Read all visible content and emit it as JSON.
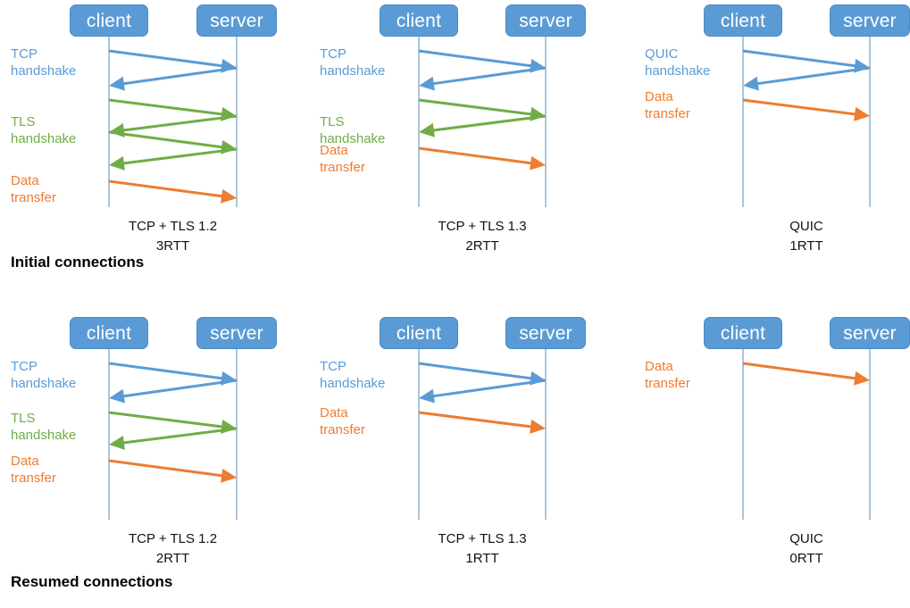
{
  "figure": {
    "title": "QUIC vs TCP+TLS handshake round trips",
    "colors": {
      "blue": "#5b9bd5",
      "green": "#70ad47",
      "orange": "#ed7d31",
      "node_fill": "#5b9bd5",
      "node_text": "#ffffff",
      "lifeline": "#7fa8c9",
      "caption_text": "#111111"
    },
    "node_labels": {
      "client": "client",
      "server": "server"
    }
  },
  "sections": [
    {
      "id": "initial",
      "title": "Initial connections",
      "panels": [
        {
          "id": "initial-tcp-tls12",
          "caption": "TCP + TLS 1.2\n3RTT",
          "protocol": "TCP + TLS 1.2",
          "rtt": "3RTT",
          "client": "client",
          "server": "server",
          "lane_labels": [
            {
              "text": "TCP\nhandshake",
              "color": "blue"
            },
            {
              "text": "TLS\nhandshake",
              "color": "green"
            },
            {
              "text": "Data\ntransfer",
              "color": "orange"
            }
          ],
          "messages": [
            {
              "color": "blue",
              "dir": "c2s"
            },
            {
              "color": "blue",
              "dir": "s2c"
            },
            {
              "color": "green",
              "dir": "c2s"
            },
            {
              "color": "green",
              "dir": "s2c"
            },
            {
              "color": "green",
              "dir": "c2s"
            },
            {
              "color": "green",
              "dir": "s2c"
            },
            {
              "color": "orange",
              "dir": "c2s"
            }
          ]
        },
        {
          "id": "initial-tcp-tls13",
          "caption": "TCP + TLS 1.3\n2RTT",
          "protocol": "TCP + TLS 1.3",
          "rtt": "2RTT",
          "client": "client",
          "server": "server",
          "lane_labels": [
            {
              "text": "TCP\nhandshake",
              "color": "blue"
            },
            {
              "text": "TLS\nhandshake",
              "color": "green"
            },
            {
              "text": "Data\ntransfer",
              "color": "orange"
            }
          ],
          "messages": [
            {
              "color": "blue",
              "dir": "c2s"
            },
            {
              "color": "blue",
              "dir": "s2c"
            },
            {
              "color": "green",
              "dir": "c2s"
            },
            {
              "color": "green",
              "dir": "s2c"
            },
            {
              "color": "orange",
              "dir": "c2s"
            }
          ]
        },
        {
          "id": "initial-quic",
          "caption": "QUIC\n1RTT",
          "protocol": "QUIC",
          "rtt": "1RTT",
          "client": "client",
          "server": "server",
          "lane_labels": [
            {
              "text": "QUIC\nhandshake",
              "color": "blue"
            },
            {
              "text": "Data\ntransfer",
              "color": "orange"
            }
          ],
          "messages": [
            {
              "color": "blue",
              "dir": "c2s"
            },
            {
              "color": "blue",
              "dir": "s2c"
            },
            {
              "color": "orange",
              "dir": "c2s"
            }
          ]
        }
      ]
    },
    {
      "id": "resumed",
      "title": "Resumed connections",
      "panels": [
        {
          "id": "resumed-tcp-tls12",
          "caption": "TCP + TLS 1.2\n2RTT",
          "protocol": "TCP + TLS 1.2",
          "rtt": "2RTT",
          "client": "client",
          "server": "server",
          "lane_labels": [
            {
              "text": "TCP\nhandshake",
              "color": "blue"
            },
            {
              "text": "TLS\nhandshake",
              "color": "green"
            },
            {
              "text": "Data\ntransfer",
              "color": "orange"
            }
          ],
          "messages": [
            {
              "color": "blue",
              "dir": "c2s"
            },
            {
              "color": "blue",
              "dir": "s2c"
            },
            {
              "color": "green",
              "dir": "c2s"
            },
            {
              "color": "green",
              "dir": "s2c"
            },
            {
              "color": "orange",
              "dir": "c2s"
            }
          ]
        },
        {
          "id": "resumed-tcp-tls13",
          "caption": "TCP + TLS 1.3\n1RTT",
          "protocol": "TCP + TLS 1.3",
          "rtt": "1RTT",
          "client": "client",
          "server": "server",
          "lane_labels": [
            {
              "text": "TCP\nhandshake",
              "color": "blue"
            },
            {
              "text": "Data\ntransfer",
              "color": "orange"
            }
          ],
          "messages": [
            {
              "color": "blue",
              "dir": "c2s"
            },
            {
              "color": "blue",
              "dir": "s2c"
            },
            {
              "color": "orange",
              "dir": "c2s"
            }
          ]
        },
        {
          "id": "resumed-quic",
          "caption": "QUIC\n0RTT",
          "protocol": "QUIC",
          "rtt": "0RTT",
          "client": "client",
          "server": "server",
          "lane_labels": [
            {
              "text": "Data\ntransfer",
              "color": "orange"
            }
          ],
          "messages": [
            {
              "color": "orange",
              "dir": "c2s"
            }
          ]
        }
      ]
    }
  ]
}
